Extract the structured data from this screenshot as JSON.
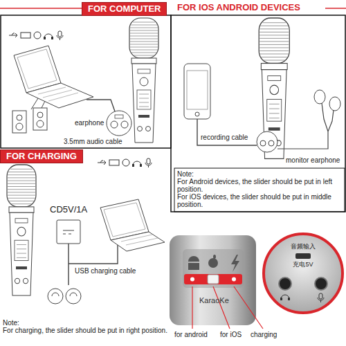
{
  "diagram": {
    "nodes": [
      {
        "text": [
          "FOR COMPUTER"
        ]
      },
      {
        "text": [
          "FOR CHARGING"
        ]
      }
    ],
    "labels": [
      "FOR IOS ANDROID DEVICES",
      "earphone",
      "3.5mm audio cable",
      "recording cable",
      "monitor earphone",
      "Note:",
      "For Android devices, the slider should be put in left position.",
      "For iOS devices, the slider should be put in middle position.",
      "CD5V/1A",
      "USB charging cable",
      "Note:",
      "For charging, the slider should be put in right position.",
      "for android",
      "for iOS",
      "charging",
      "KaraoKe",
      "音频输入",
      "充电5V"
    ]
  }
}
